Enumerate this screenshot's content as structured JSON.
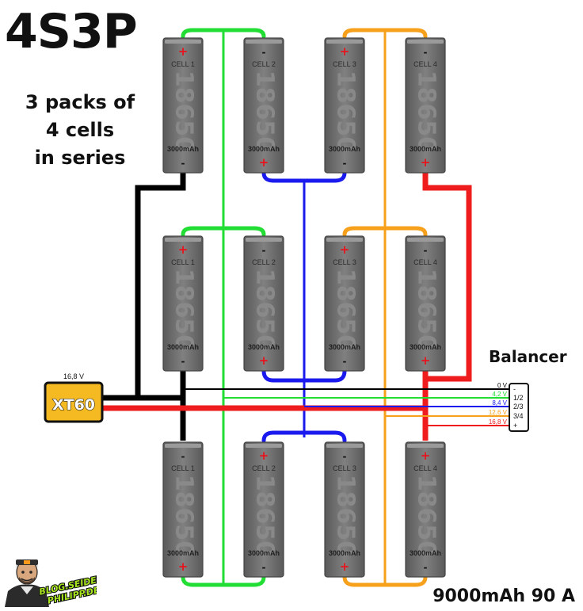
{
  "title": "4S3P",
  "subtitle": [
    "3 packs of",
    "4 cells",
    "in series"
  ],
  "cell": {
    "labels": [
      "CELL 1",
      "CELL 2",
      "CELL 3",
      "CELL 4"
    ],
    "model": "18650",
    "capacity": "3000mAh",
    "plus": "+",
    "minus": "-"
  },
  "connector": {
    "label": "XT60",
    "voltage": "16,8 V"
  },
  "balancer": {
    "title": "Balancer",
    "voltages": [
      "0 V",
      "4,2 V",
      "8,4 V",
      "12,6 V",
      "16,8 V"
    ],
    "pins": [
      "-",
      "1/2",
      "2/3",
      "3/4",
      "+"
    ]
  },
  "capacity_total": "9000mAh 90 A",
  "logo_text": [
    "BLOG.SEIDEL-",
    "PHILIPP.DE"
  ],
  "colors": {
    "negative": "#000000",
    "positive": "#ee1c1c",
    "link_1_2": "#22dd33",
    "link_2_3": "#1a1aee",
    "link_3_4": "#f7a01c",
    "cell_body": "#6f6f6f",
    "connector": "#f5b921"
  }
}
